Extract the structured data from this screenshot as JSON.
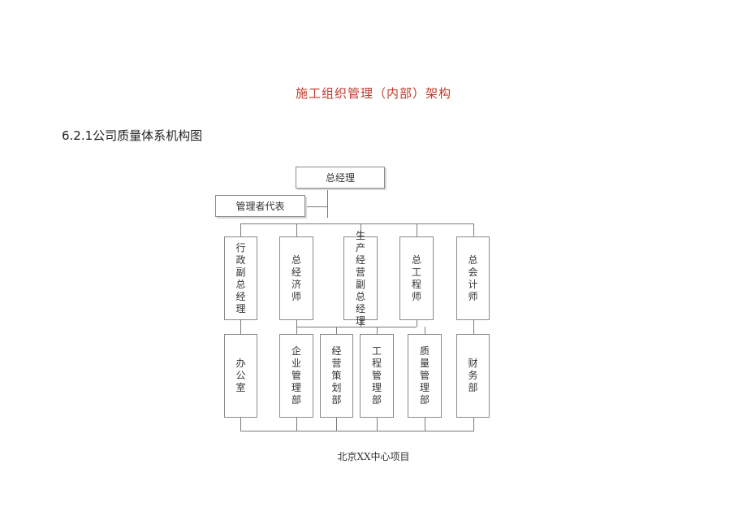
{
  "title": "施工组织管理（内部）架构",
  "section_heading": "6.2.1公司质量体系机构图",
  "org_chart": {
    "top": "总经理",
    "representative": "管理者代表",
    "level2": [
      "行政副总经理",
      "总经济师",
      "生产经营副总经理",
      "总工程师",
      "总会计师"
    ],
    "level3": [
      "办公室",
      "企业管理部",
      "经营策划部",
      "工程管理部",
      "质量管理部",
      "财务部"
    ]
  },
  "footer": "北京XX中心项目"
}
